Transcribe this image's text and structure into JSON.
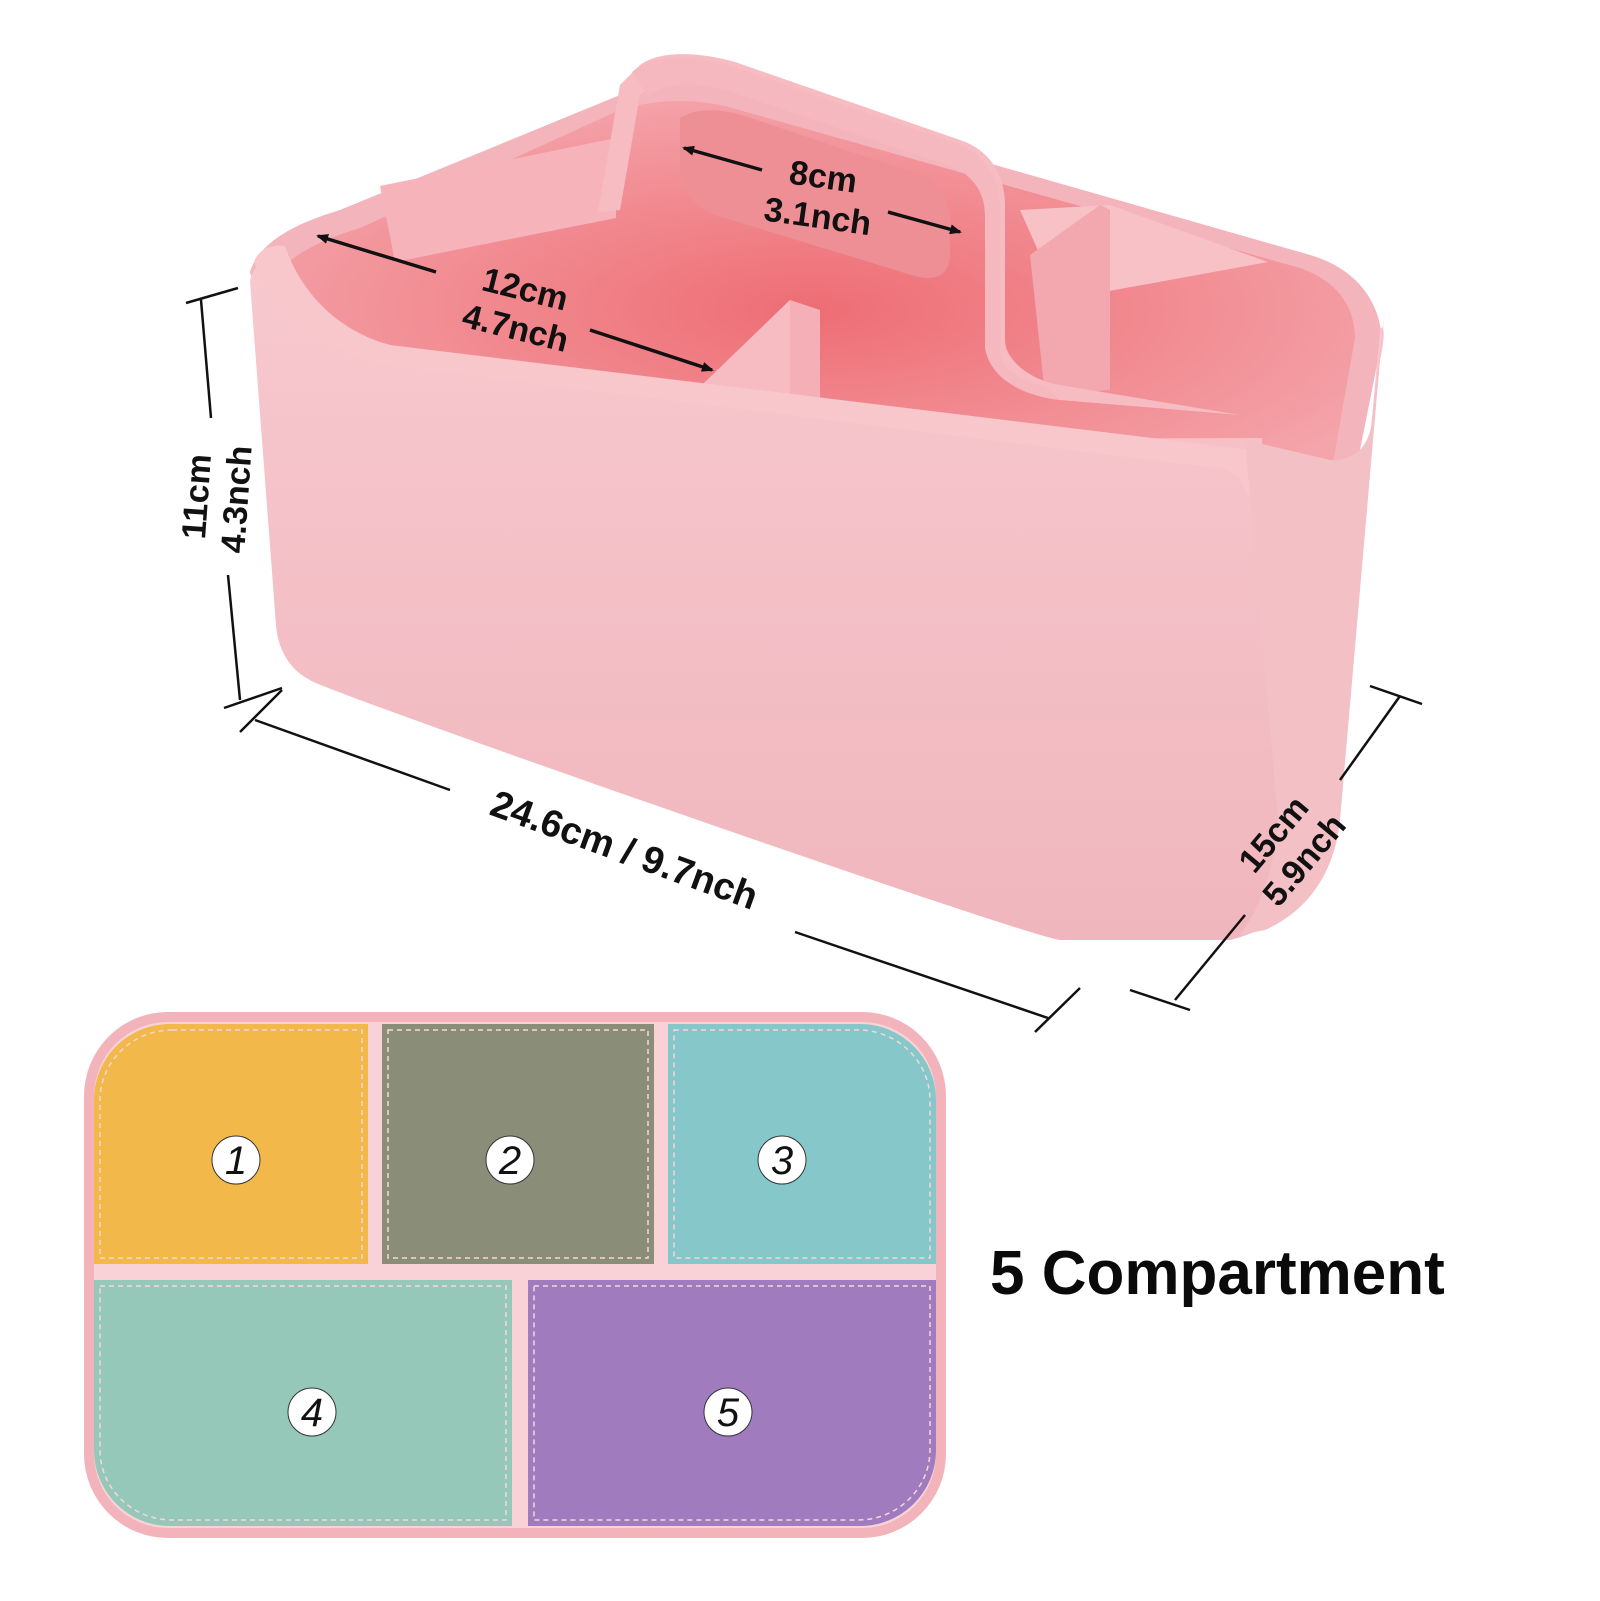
{
  "caddy": {
    "color": "#f2b8c0",
    "interior_color": "#ee8a8f"
  },
  "dimensions": {
    "handle_opening": {
      "metric": "8cm",
      "imperial": "3.1nch"
    },
    "compartment_length": {
      "metric": "12cm",
      "imperial": "4.7nch"
    },
    "height": {
      "metric": "11cm",
      "imperial": "4.3nch"
    },
    "width": {
      "label": "24.6cm / 9.7nch"
    },
    "depth": {
      "metric": "15cm",
      "imperial": "5.9nch"
    }
  },
  "top_view": {
    "compartments": [
      {
        "number": "1",
        "color": "#f3b84a"
      },
      {
        "number": "2",
        "color": "#8a8d78"
      },
      {
        "number": "3",
        "color": "#86c8c9"
      },
      {
        "number": "4",
        "color": "#96c8b9"
      },
      {
        "number": "5",
        "color": "#a07cbf"
      }
    ]
  },
  "compartment_label": "5 Compartment"
}
